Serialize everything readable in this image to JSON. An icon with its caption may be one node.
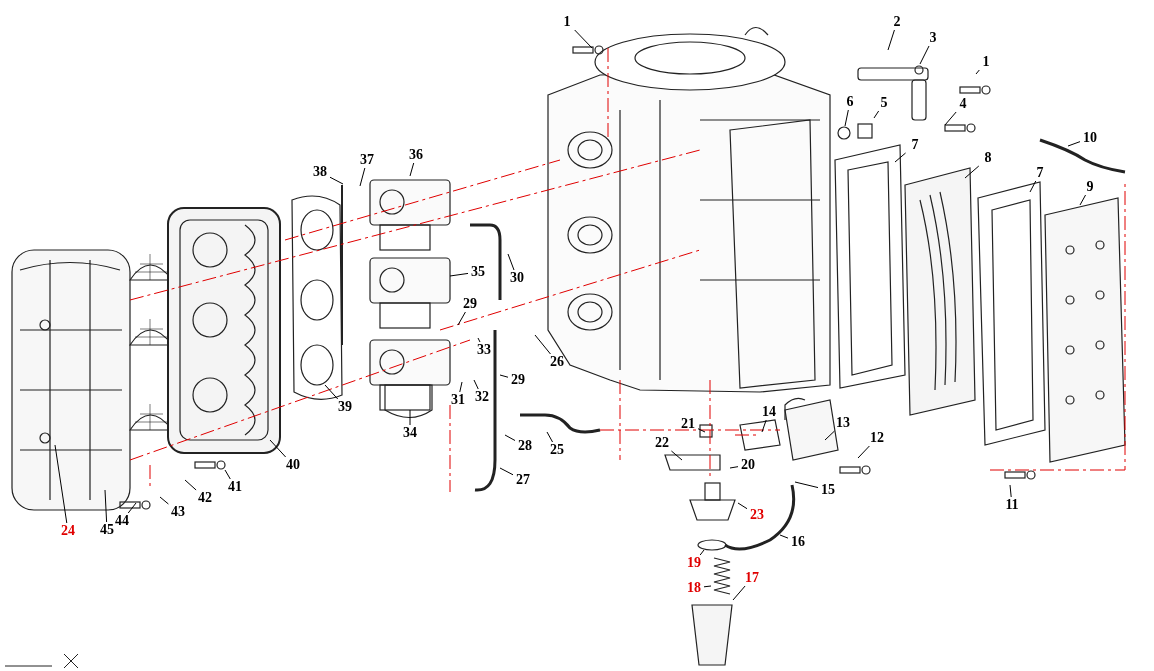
{
  "diagram": {
    "nodes": [
      {
        "text": [
          "1"
        ]
      },
      {
        "text": [
          "2"
        ]
      },
      {
        "text": [
          "3"
        ]
      },
      {
        "text": [
          "1"
        ]
      },
      {
        "text": [
          "4"
        ]
      },
      {
        "text": [
          "6"
        ]
      },
      {
        "text": [
          "5"
        ]
      },
      {
        "text": [
          "10"
        ]
      },
      {
        "text": [
          "7"
        ]
      },
      {
        "text": [
          "8"
        ]
      },
      {
        "text": [
          "37"
        ]
      },
      {
        "text": [
          "36"
        ]
      },
      {
        "text": [
          "38"
        ]
      },
      {
        "text": [
          "7"
        ]
      },
      {
        "text": [
          "9"
        ]
      },
      {
        "text": [
          "35"
        ]
      },
      {
        "text": [
          "30"
        ]
      },
      {
        "text": [
          "29"
        ]
      },
      {
        "text": [
          "33"
        ]
      },
      {
        "text": [
          "26"
        ]
      },
      {
        "text": [
          "29"
        ]
      },
      {
        "text": [
          "31"
        ]
      },
      {
        "text": [
          "32"
        ]
      },
      {
        "text": [
          "39"
        ]
      },
      {
        "text": [
          "14"
        ]
      },
      {
        "text": [
          "13"
        ]
      },
      {
        "text": [
          "21"
        ]
      },
      {
        "text": [
          "34"
        ]
      },
      {
        "text": [
          "12"
        ]
      },
      {
        "text": [
          "22"
        ]
      },
      {
        "text": [
          "28"
        ]
      },
      {
        "text": [
          "25"
        ]
      },
      {
        "text": [
          "40"
        ]
      },
      {
        "text": [
          "20"
        ]
      },
      {
        "text": [
          "41"
        ]
      },
      {
        "text": [
          "27"
        ]
      },
      {
        "text": [
          "15"
        ]
      },
      {
        "text": [
          "42"
        ]
      },
      {
        "text": [
          "11"
        ]
      },
      {
        "text": [
          "43"
        ]
      },
      {
        "text": [
          "23"
        ]
      },
      {
        "text": [
          "44"
        ]
      },
      {
        "text": [
          "45"
        ]
      },
      {
        "text": [
          "24"
        ]
      },
      {
        "text": [
          "16"
        ]
      },
      {
        "text": [
          "19"
        ]
      },
      {
        "text": [
          "17"
        ]
      },
      {
        "text": [
          "18"
        ]
      }
    ],
    "edges": [
      {
        "from": 0,
        "to": null,
        "arrow": "none"
      },
      {
        "from": 1,
        "to": null,
        "arrow": "none"
      },
      {
        "from": 2,
        "to": null,
        "arrow": "none"
      },
      {
        "from": 3,
        "to": null,
        "arrow": "none"
      },
      {
        "from": 4,
        "to": null,
        "arrow": "none"
      },
      {
        "from": 5,
        "to": null,
        "arrow": "none"
      },
      {
        "from": 6,
        "to": null,
        "arrow": "none"
      },
      {
        "from": 7,
        "to": null,
        "arrow": "none"
      },
      {
        "from": 8,
        "to": null,
        "arrow": "none"
      },
      {
        "from": 9,
        "to": null,
        "arrow": "none"
      },
      {
        "from": 10,
        "to": null,
        "arrow": "none"
      },
      {
        "from": 11,
        "to": null,
        "arrow": "none"
      },
      {
        "from": 12,
        "to": null,
        "arrow": "none"
      },
      {
        "from": 13,
        "to": null,
        "arrow": "none"
      },
      {
        "from": 14,
        "to": null,
        "arrow": "none"
      },
      {
        "from": 15,
        "to": null,
        "arrow": "none"
      },
      {
        "from": 16,
        "to": null,
        "arrow": "none"
      },
      {
        "from": 17,
        "to": null,
        "arrow": "none"
      },
      {
        "from": 18,
        "to": null,
        "arrow": "none"
      },
      {
        "from": 19,
        "to": null,
        "arrow": "none"
      },
      {
        "from": 20,
        "to": null,
        "arrow": "none"
      },
      {
        "from": 21,
        "to": null,
        "arrow": "none"
      },
      {
        "from": 22,
        "to": null,
        "arrow": "none"
      },
      {
        "from": 23,
        "to": null,
        "arrow": "none"
      },
      {
        "from": 24,
        "to": null,
        "arrow": "none"
      },
      {
        "from": 25,
        "to": null,
        "arrow": "none"
      },
      {
        "from": 26,
        "to": null,
        "arrow": "none"
      },
      {
        "from": 27,
        "to": null,
        "arrow": "none"
      },
      {
        "from": 28,
        "to": null,
        "arrow": "none"
      },
      {
        "from": 29,
        "to": null,
        "arrow": "none"
      },
      {
        "from": 30,
        "to": null,
        "arrow": "none"
      },
      {
        "from": 31,
        "to": null,
        "arrow": "none"
      },
      {
        "from": 32,
        "to": null,
        "arrow": "none"
      },
      {
        "from": 33,
        "to": null,
        "arrow": "none"
      },
      {
        "from": 34,
        "to": null,
        "arrow": "none"
      },
      {
        "from": 35,
        "to": null,
        "arrow": "none"
      },
      {
        "from": 36,
        "to": null,
        "arrow": "none"
      },
      {
        "from": 37,
        "to": null,
        "arrow": "none"
      },
      {
        "from": 38,
        "to": null,
        "arrow": "none"
      },
      {
        "from": 39,
        "to": null,
        "arrow": "none"
      },
      {
        "from": 40,
        "to": null,
        "arrow": "none"
      },
      {
        "from": 41,
        "to": null,
        "arrow": "none"
      },
      {
        "from": 42,
        "to": null,
        "arrow": "none"
      },
      {
        "from": 43,
        "to": null,
        "arrow": "none"
      },
      {
        "from": 44,
        "to": null,
        "arrow": "none"
      },
      {
        "from": 45,
        "to": null,
        "arrow": "none"
      },
      {
        "from": 46,
        "to": null,
        "arrow": "none"
      },
      {
        "from": 47,
        "to": null,
        "arrow": "none"
      }
    ]
  }
}
